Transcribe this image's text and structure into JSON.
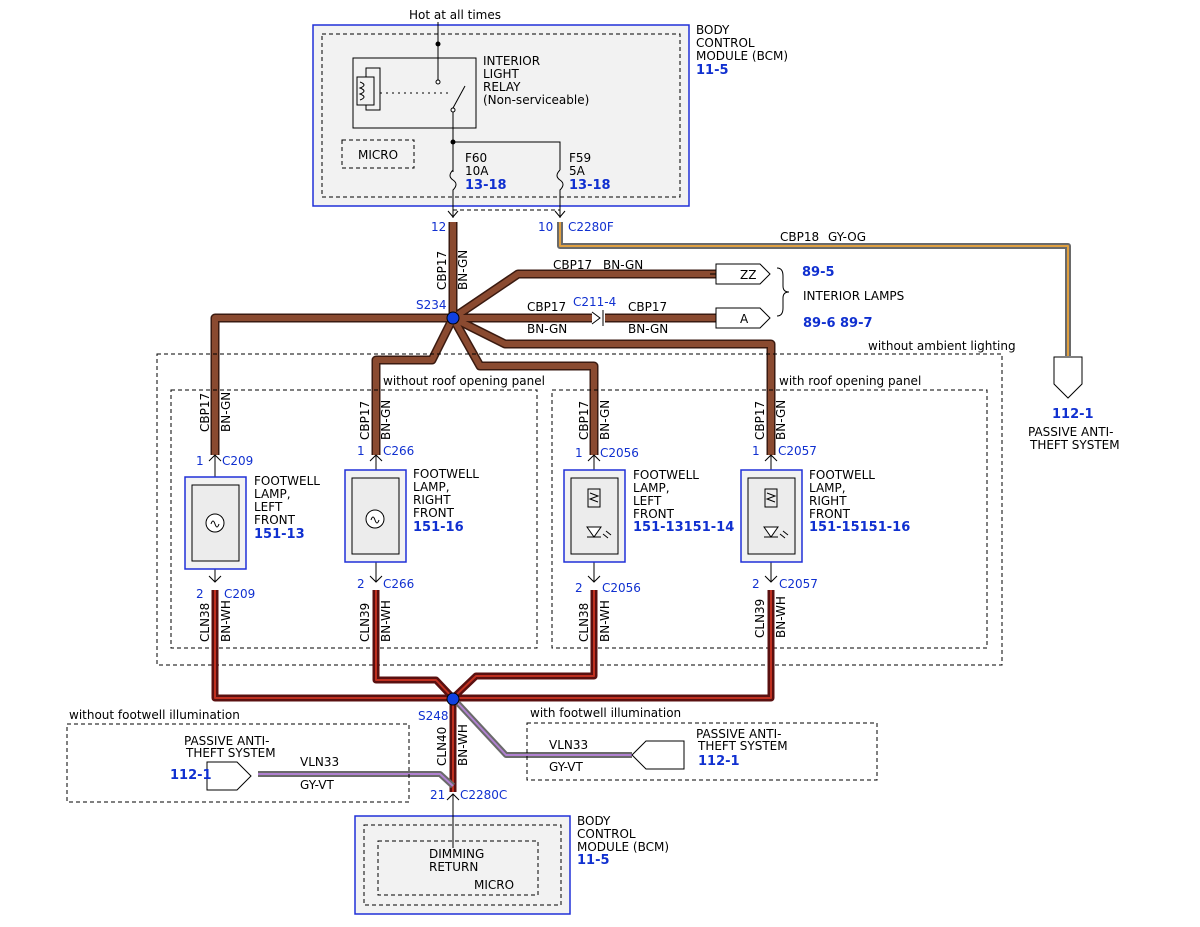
{
  "top": {
    "hot_label": "Hot at all times",
    "bcm_label": "BODY\nCONTROL\nMODULE (BCM)",
    "bcm_ref": "11-5",
    "relay_label": "INTERIOR\nLIGHT\nRELAY\n(Non-serviceable)",
    "micro_label": "MICRO",
    "fuse_f60": {
      "name": "F60",
      "rating": "10A",
      "ref": "13-18"
    },
    "fuse_f59": {
      "name": "F59",
      "rating": "5A",
      "ref": "13-18"
    },
    "pin_12": "12",
    "pin_10": "10",
    "connector_c2280f": "C2280F"
  },
  "wires": {
    "cbp18": "CBP18",
    "gy_og": "GY-OG",
    "cbp17": "CBP17",
    "bn_gn": "BN-GN",
    "c211_4": "C211-4",
    "cln38": "CLN38",
    "cln39": "CLN39",
    "cln40": "CLN40",
    "bn_wh": "BN-WH",
    "vln33": "VLN33",
    "gy_vt": "GY-VT"
  },
  "splices": {
    "s234": "S234",
    "s248": "S248"
  },
  "interior_lamps": {
    "flag_zz": "ZZ",
    "flag_a": "A",
    "ref_zz": "89-5",
    "label": "INTERIOR LAMPS",
    "ref_a1": "89-6",
    "ref_a2": "89-7"
  },
  "pats_right": {
    "ref": "112-1",
    "label": "PASSIVE ANTI-\nTHEFT SYSTEM"
  },
  "groups": {
    "without_ambient": "without ambient lighting",
    "without_roof": "without roof opening panel",
    "with_roof": "with roof opening panel",
    "without_footwell": "without footwell illumination",
    "with_footwell": "with footwell illumination"
  },
  "lamps": [
    {
      "pin1": "1",
      "pin2": "2",
      "connector": "C209",
      "label": "FOOTWELL\nLAMP,\nLEFT\nFRONT",
      "ref": "151-13",
      "return_wire": "CLN38"
    },
    {
      "pin1": "1",
      "pin2": "2",
      "connector": "C266",
      "label": "FOOTWELL\nLAMP,\nRIGHT\nFRONT",
      "ref": "151-16",
      "return_wire": "CLN39"
    },
    {
      "pin1": "1",
      "pin2": "2",
      "connector": "C2056",
      "label": "FOOTWELL\nLAMP,\nLEFT\nFRONT",
      "ref": "151-13151-14",
      "return_wire": "CLN38"
    },
    {
      "pin1": "1",
      "pin2": "2",
      "connector": "C2057",
      "label": "FOOTWELL\nLAMP,\nRIGHT\nFRONT",
      "ref": "151-15151-16",
      "return_wire": "CLN39"
    }
  ],
  "pats_left": {
    "label": "PASSIVE ANTI-\nTHEFT SYSTEM",
    "ref": "112-1"
  },
  "pats_mid": {
    "label": "PASSIVE ANTI-\nTHEFT SYSTEM",
    "ref": "112-1"
  },
  "bottom": {
    "pin_21": "21",
    "connector_c2280c": "C2280C",
    "bcm_label": "BODY\nCONTROL\nMODULE (BCM)",
    "bcm_ref": "11-5",
    "dimming_label": "DIMMING\nRETURN",
    "micro_label": "MICRO"
  }
}
